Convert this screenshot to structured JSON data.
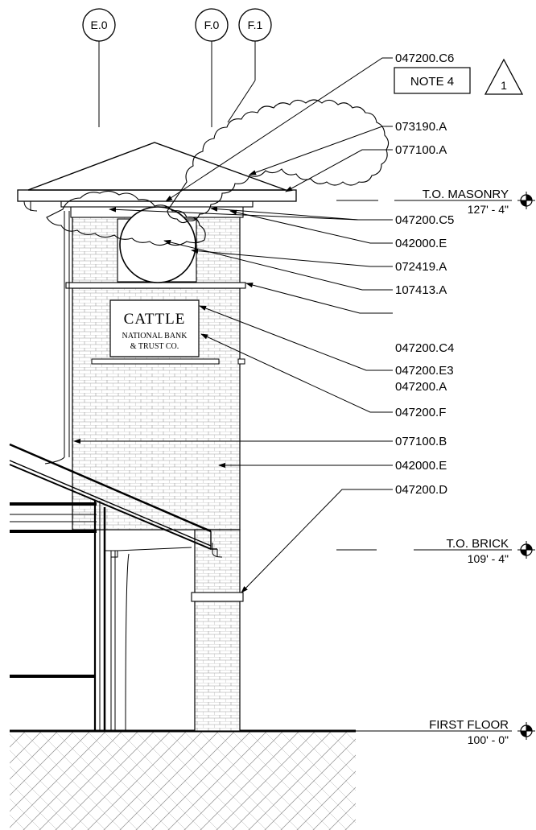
{
  "grid_bubbles": [
    "E.0",
    "F.0",
    "F.1"
  ],
  "callouts": [
    "047200.C6",
    "073190.A",
    "077100.A",
    "047200.C5",
    "042000.E",
    "072419.A",
    "107413.A",
    "047200.C4",
    "047200.E3",
    "047200.A",
    "047200.F",
    "077100.B",
    "042000.E",
    "047200.D"
  ],
  "note": {
    "label": "NOTE 4",
    "revision": "1"
  },
  "sign": {
    "line1": "CATTLE",
    "line2": "NATIONAL BANK",
    "line3": "& TRUST CO."
  },
  "elevations": [
    {
      "title": "T.O. MASONRY",
      "value": "127' - 4\""
    },
    {
      "title": "T.O. BRICK",
      "value": "109' - 4\""
    },
    {
      "title": "FIRST FLOOR",
      "value": "100' - 0\""
    }
  ]
}
